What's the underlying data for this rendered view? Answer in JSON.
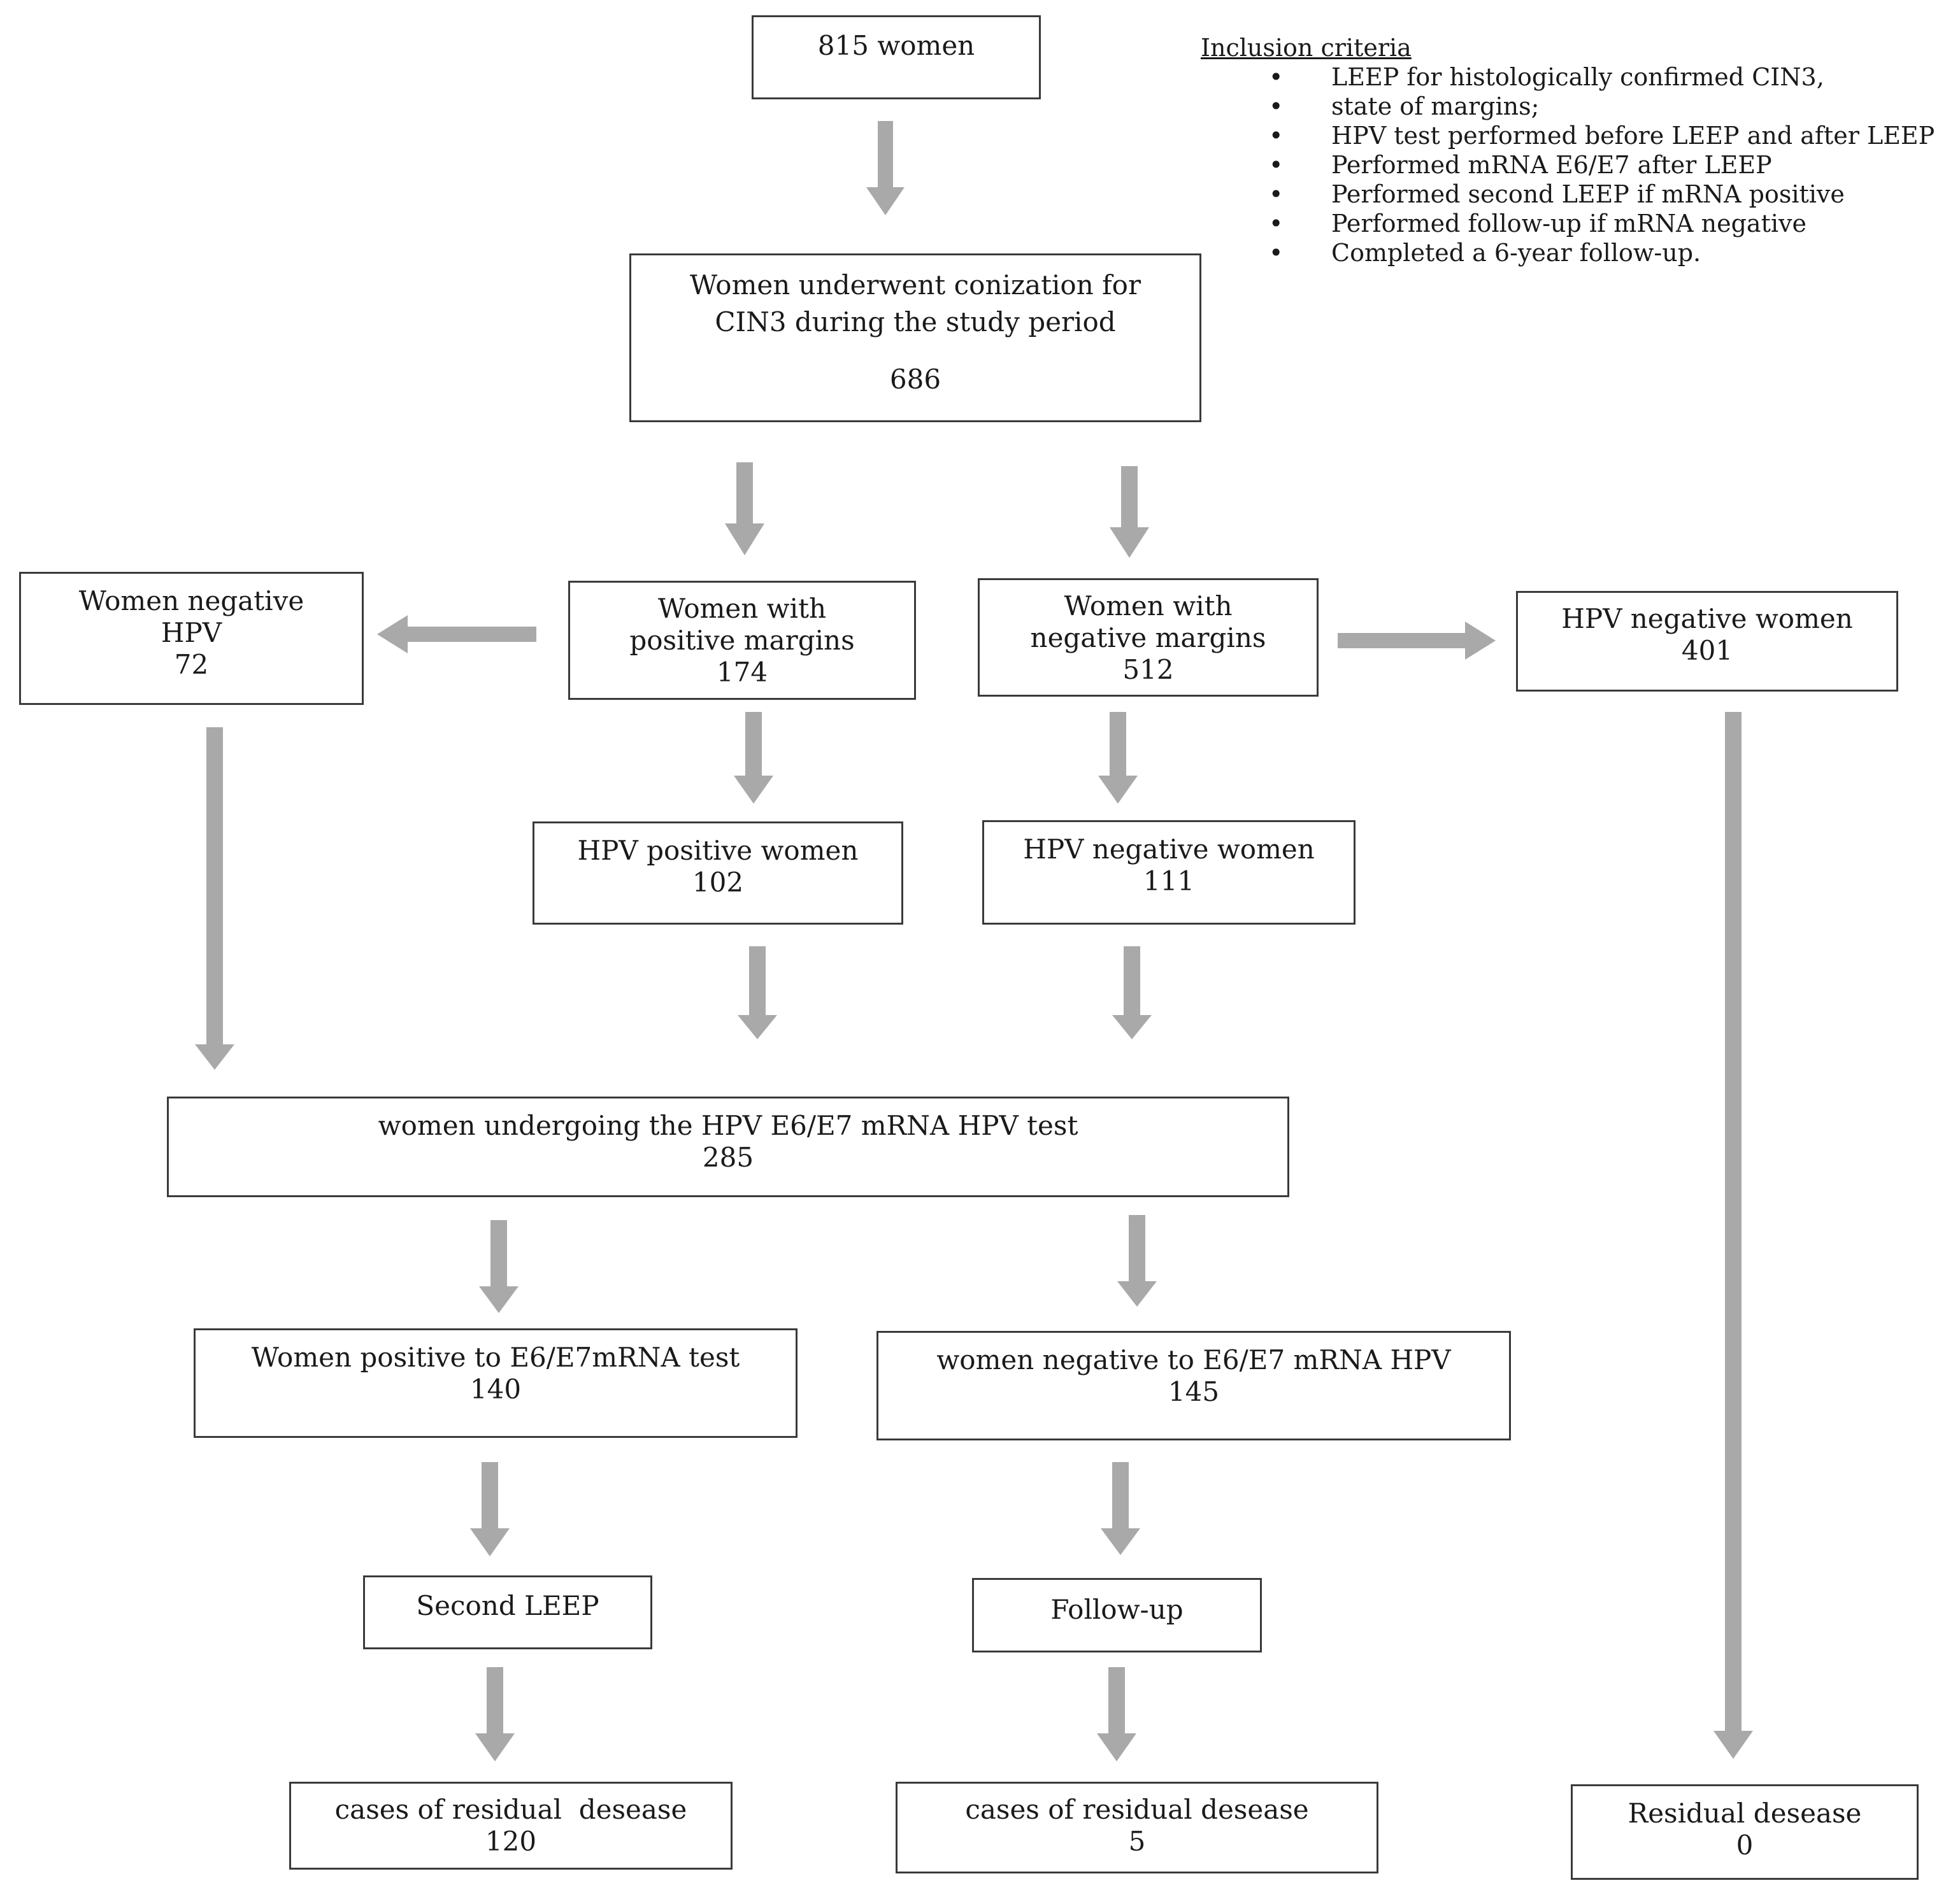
{
  "boxes": {
    "start": {
      "title": "815 women"
    },
    "conization": {
      "title": "Women underwent conization for CIN3 during the study period",
      "count": "686"
    },
    "neg_hpv_left": {
      "title": "Women negative HPV",
      "count": "72"
    },
    "pos_margins": {
      "title": "Women with positive margins",
      "count": "174"
    },
    "neg_margins": {
      "title": "Women with negative margins",
      "count": "512"
    },
    "hpv_neg_right": {
      "title": "HPV negative women",
      "count": "401"
    },
    "hpv_pos": {
      "title": "HPV positive women",
      "count": "102"
    },
    "hpv_neg_mid": {
      "title": "HPV negative women",
      "count": "111"
    },
    "mrna_test": {
      "title": "women undergoing the HPV E6/E7 mRNA HPV test",
      "count": "285"
    },
    "mrna_pos": {
      "title": "Women positive to E6/E7mRNA test",
      "count": "140"
    },
    "mrna_neg": {
      "title": "women negative to E6/E7 mRNA HPV",
      "count": "145"
    },
    "second_leep": {
      "title": "Second LEEP"
    },
    "follow_up": {
      "title": "Follow-up"
    },
    "residual_left": {
      "title": "cases of residual  desease",
      "count": "120"
    },
    "residual_mid": {
      "title": "cases of residual desease",
      "count": "5"
    },
    "residual_right": {
      "title": "Residual desease",
      "count": "0"
    }
  },
  "criteria": {
    "heading": "Inclusion criteria",
    "items": [
      "LEEP for histologically confirmed CIN3,",
      "state of margins;",
      "HPV test performed before LEEP and after LEEP",
      "Performed mRNA E6/E7 after LEEP",
      "Performed second LEEP if mRNA positive",
      "Performed follow-up if mRNA negative",
      "Completed a 6-year follow-up."
    ]
  },
  "colors": {
    "arrow": "#a9a9a9",
    "border": "#3a3a3a"
  }
}
